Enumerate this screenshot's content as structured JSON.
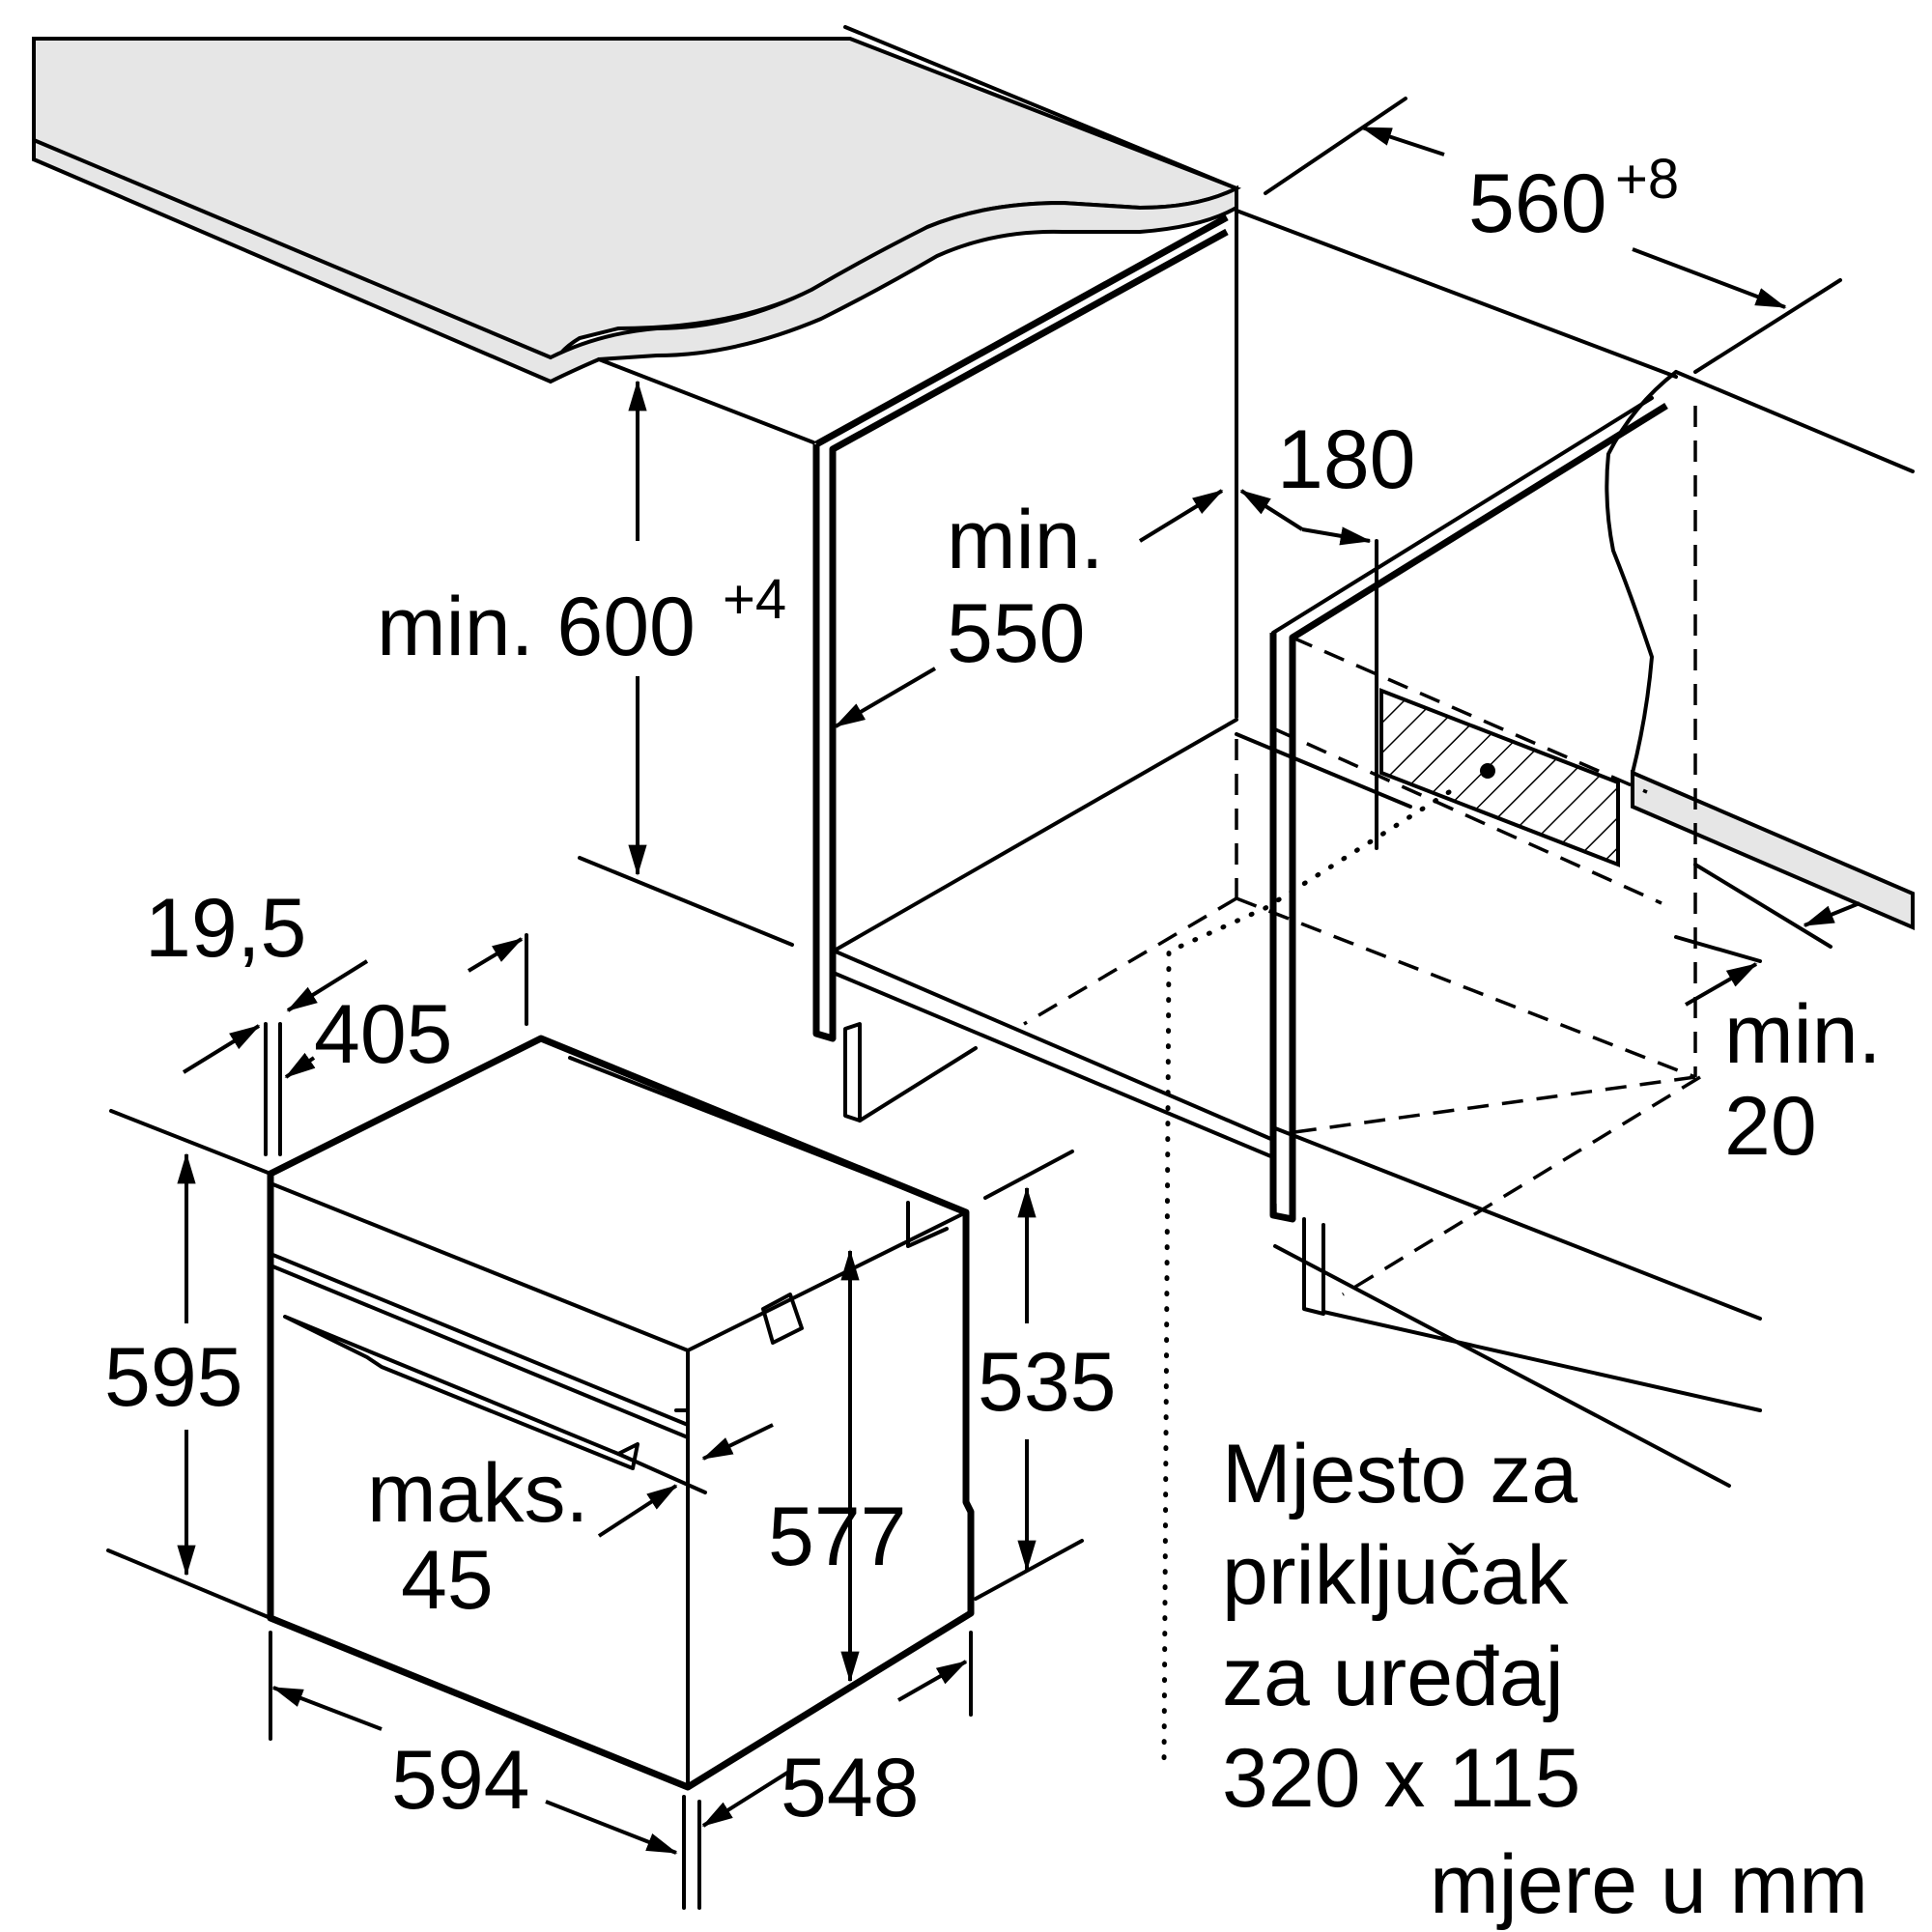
{
  "dimensions": {
    "niche_width": "560",
    "niche_width_tol": "+8",
    "niche_height_prefix": "min. 600",
    "niche_height_tol": "+4",
    "niche_depth_label": "min.",
    "niche_depth_value": "550",
    "socket_offset": "180",
    "rear_gap_label": "min.",
    "rear_gap_value": "20",
    "front_panel": "19,5",
    "top_depth": "405",
    "oven_height": "595",
    "body_height": "535",
    "inner_height": "577",
    "max_label": "maks.",
    "max_value": "45",
    "oven_width": "594",
    "oven_depth": "548"
  },
  "notes": {
    "connection_line1": "Mjesto za",
    "connection_line2": "priključak",
    "connection_line3": "za uređaj",
    "connection_line4": "320 x 115",
    "units": "mjere u mm"
  },
  "colors": {
    "countertop": "#e6e6e6",
    "line": "#000000"
  }
}
